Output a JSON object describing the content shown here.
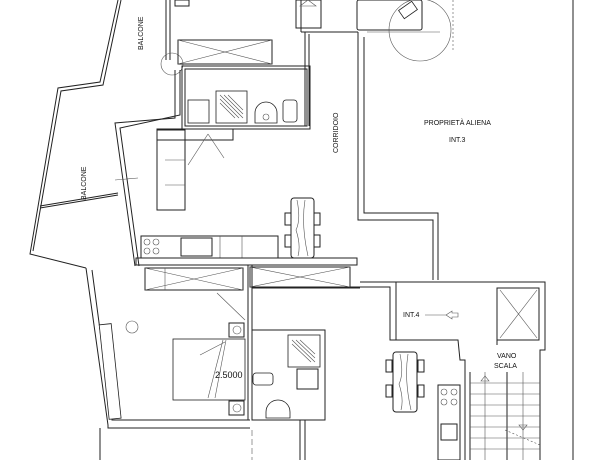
{
  "labels": {
    "balcone_top": "BALCONE",
    "balcone_bottom": "BALCONE",
    "corridoio": "CORRIDOIO",
    "proprieta_aliena": "PROPRIETÀ ALIENA",
    "int3": "INT.3",
    "int4": "INT.4",
    "vano": "VANO",
    "scala": "SCALA",
    "bed_dimension": "2.5000"
  }
}
